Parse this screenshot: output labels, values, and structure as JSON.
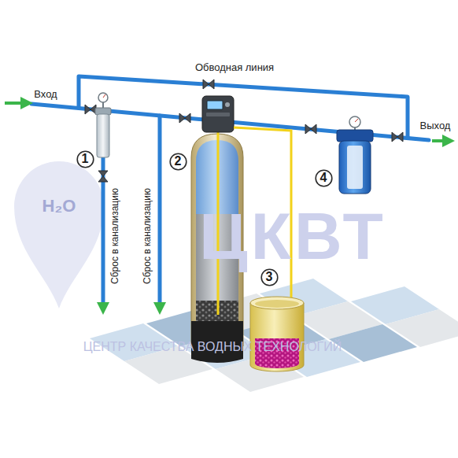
{
  "diagram": {
    "nodes": [
      {
        "text": [
          "1"
        ]
      },
      {
        "text": [
          "2"
        ]
      },
      {
        "text": [
          "3"
        ]
      },
      {
        "text": [
          "4"
        ]
      }
    ],
    "labels": [
      "Вход",
      "Обводная линия",
      "Сброс в канализацию",
      "Сброс в канализацию",
      "Выход",
      "H₂O",
      "ЦКВТ",
      "ЦЕНТР КАЧЕСТВА ВОДНЫХ ТЕХНОЛОГИЙ"
    ]
  }
}
